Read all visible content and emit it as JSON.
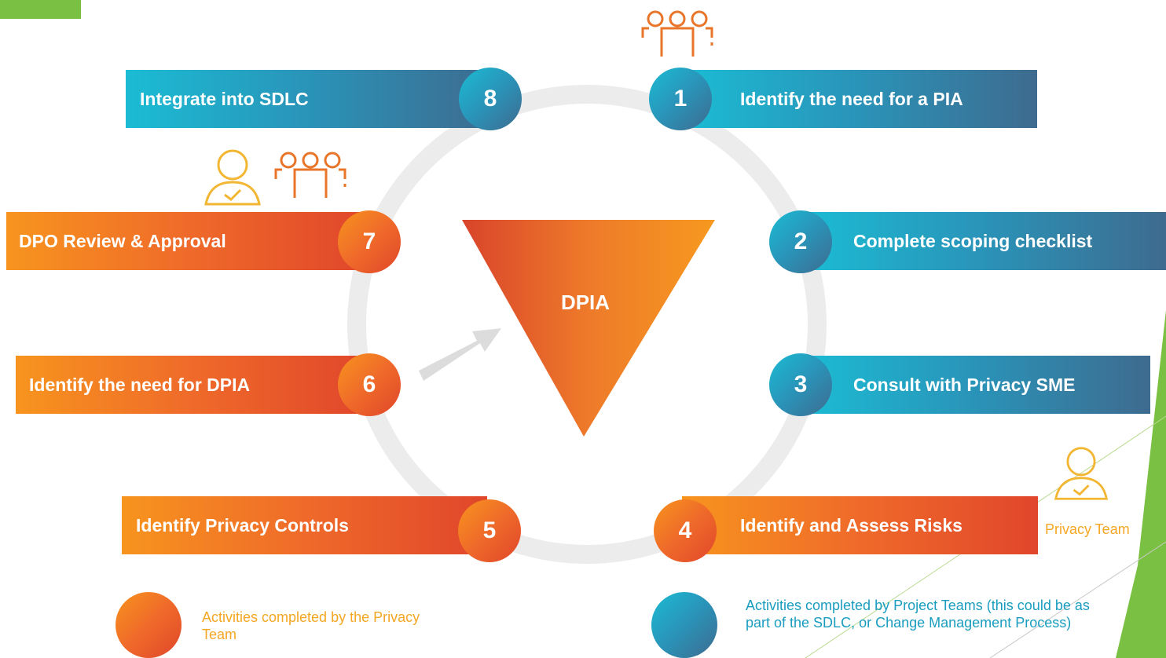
{
  "center_label": "DPIA",
  "steps": [
    {
      "number": "1",
      "label": "Identify the need for a PIA"
    },
    {
      "number": "2",
      "label": "Complete scoping checklist"
    },
    {
      "number": "3",
      "label": "Consult with Privacy SME"
    },
    {
      "number": "4",
      "label": "Identify and Assess Risks"
    },
    {
      "number": "5",
      "label": "Identify Privacy Controls"
    },
    {
      "number": "6",
      "label": "Identify the need for DPIA"
    },
    {
      "number": "7",
      "label": "DPO Review & Approval"
    },
    {
      "number": "8",
      "label": "Integrate into SDLC"
    }
  ],
  "privacy_team_label": "Privacy Team",
  "legend": {
    "privacy_team": "Activities completed by the Privacy Team",
    "project_teams": "Activities completed by Project Teams (this could be as part of the SDLC, or Change Management Process)"
  },
  "colors": {
    "teal_start": "#1bbcd4",
    "teal_end": "#3e6b8f",
    "orange_start": "#f7941e",
    "orange_end": "#e0462b",
    "ring": "#ececec",
    "accent_green": "#7ac143",
    "privacy_text": "#f5a623",
    "project_text": "#1a9dbf"
  },
  "icons": [
    "group-icon",
    "user-check-icon"
  ]
}
